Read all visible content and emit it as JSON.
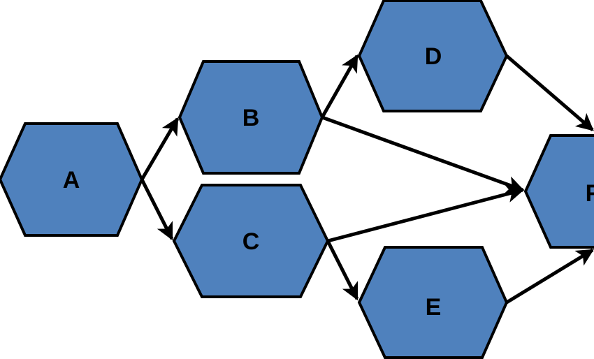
{
  "colors": {
    "node_fill": "#4f81bd",
    "node_stroke": "#000000",
    "edge": "#000000",
    "background": "#ffffff"
  },
  "nodes": {
    "a": {
      "label": "A"
    },
    "b": {
      "label": "B"
    },
    "c": {
      "label": "C"
    },
    "d": {
      "label": "D"
    },
    "e": {
      "label": "E"
    },
    "f": {
      "label": "F"
    }
  },
  "edges": [
    {
      "from": "A",
      "to": "B"
    },
    {
      "from": "A",
      "to": "C"
    },
    {
      "from": "B",
      "to": "D"
    },
    {
      "from": "B",
      "to": "F"
    },
    {
      "from": "C",
      "to": "F"
    },
    {
      "from": "C",
      "to": "E"
    },
    {
      "from": "D",
      "to": "F"
    },
    {
      "from": "E",
      "to": "F"
    }
  ]
}
